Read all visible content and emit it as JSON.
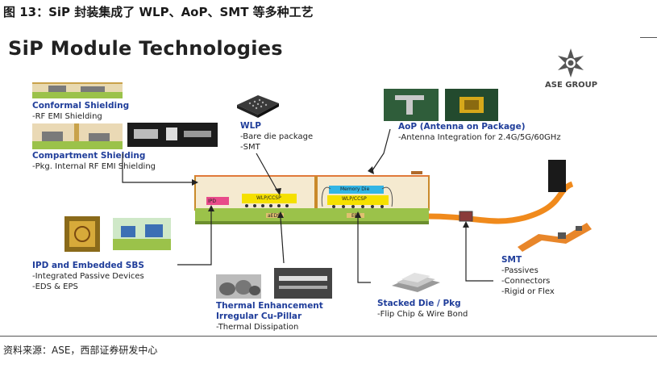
{
  "figure_title": "图 13：SiP 封装集成了 WLP、AoP、SMT 等多种工艺",
  "main_title": "SiP Module Technologies",
  "logo": {
    "text": "ASE GROUP",
    "icon": "ase-star-logo"
  },
  "callouts": {
    "conformal": {
      "title": "Conformal Shielding",
      "desc": [
        "-RF EMI Shielding"
      ]
    },
    "compartment": {
      "title": "Compartment Shielding",
      "desc": [
        "-Pkg. Internal RF EMI Shielding"
      ]
    },
    "wlp": {
      "title": "WLP",
      "desc": [
        "-Bare die package",
        "-SMT"
      ]
    },
    "aop": {
      "title": "AoP (Antenna on Package)",
      "desc": [
        "-Antenna Integration for 2.4G/5G/60GHz"
      ]
    },
    "ipd": {
      "title": "IPD and Embedded SBS",
      "desc": [
        "-Integrated Passive Devices",
        "-EDS & EPS"
      ]
    },
    "thermal": {
      "title": [
        "Thermal Enhancement",
        "Irregular Cu-Pillar"
      ],
      "desc": [
        "-Thermal Dissipation"
      ]
    },
    "stacked": {
      "title": "Stacked Die / Pkg",
      "desc": [
        "-Flip Chip & Wire Bond"
      ]
    },
    "smt": {
      "title": "SMT",
      "desc": [
        "-Passives",
        "-Connectors",
        "-Rigid or Flex"
      ]
    }
  },
  "package_labels": {
    "ipd": "IPD",
    "wlp": "WLP/CCSP",
    "memory": "Memory Die",
    "wlp2": "WLP/CCSP",
    "sbs": "aEDS",
    "eps": "EPS"
  },
  "source": "资料来源：ASE，西部证券研发中心",
  "colors": {
    "heading_blue": "#1f3d9a",
    "substrate_green": "#9bc24a",
    "flex_orange": "#f08a1c",
    "chip_yellow": "#f5e000",
    "memory_cyan": "#33b5e5",
    "ipd_pink": "#e84b8a"
  }
}
